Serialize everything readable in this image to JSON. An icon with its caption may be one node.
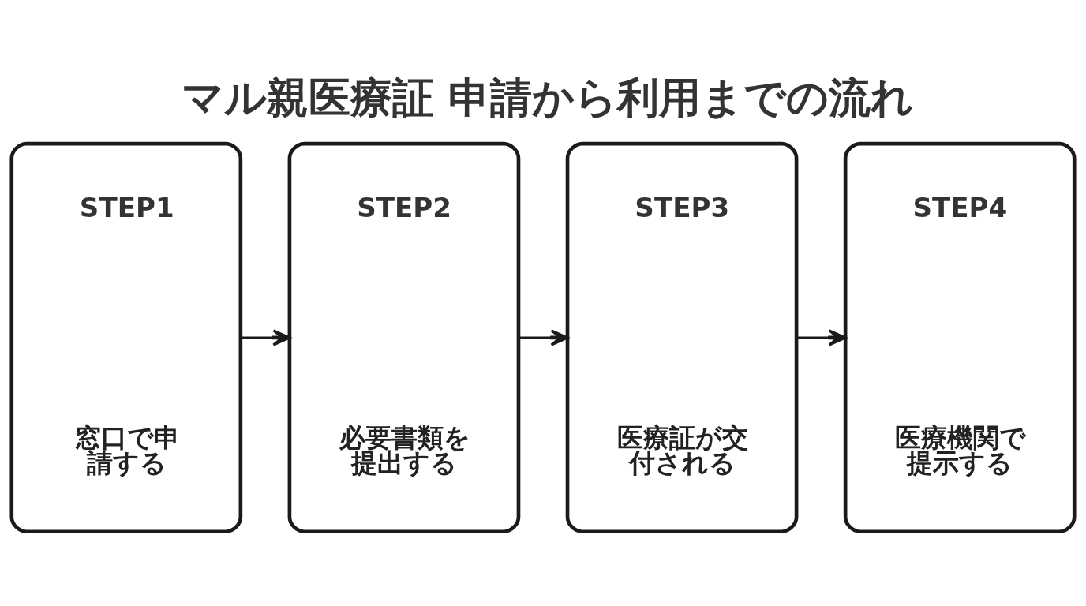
{
  "diagram": {
    "title": "マル親医療証 申請から利用までの流れ",
    "nodes": [
      {
        "text": [
          "STEP1",
          "窓口で申請する"
        ]
      },
      {
        "text": [
          "STEP2",
          "必要書類を提出する"
        ]
      },
      {
        "text": [
          "STEP3",
          "医療証が交付される"
        ]
      },
      {
        "text": [
          "STEP4",
          "医療機関で提示する"
        ]
      }
    ],
    "edges": [
      {
        "from": 0,
        "to": 1,
        "arrow": "to"
      },
      {
        "from": 1,
        "to": 2,
        "arrow": "to"
      },
      {
        "from": 2,
        "to": 3,
        "arrow": "to"
      }
    ]
  }
}
